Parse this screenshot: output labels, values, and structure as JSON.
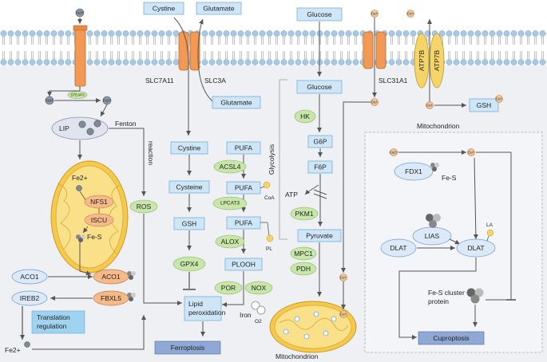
{
  "membrane": {
    "transporters": {
      "slc7a11": "SLC7A11",
      "slc3a": "SLC3A",
      "slc31a1": "SLC31A1",
      "atp7b": "ATP7B"
    }
  },
  "iron_panel": {
    "fe3_top": "Fe3+",
    "steap3": "STEAP3",
    "fe3": "Fe3+",
    "fe2": "Fe2+",
    "lip": "LIP",
    "fenton": "Fenton",
    "reaction": "reaction",
    "ros": "ROS",
    "fe2_mito": "Fe2+",
    "nfs1": "NFS1",
    "iscu": "ISCU",
    "fes": "Fe-S",
    "aco1_left": "ACO1",
    "aco1_right": "ACO1",
    "ireb2": "IREB2",
    "fbxl5": "FBXL5",
    "translation": "Translation regulation",
    "fe2_bottom": "Fe2+"
  },
  "ferroptosis_panel": {
    "cystine_out": "Cystine",
    "glutamate_out": "Glutamate",
    "glutamate_in": "Glutamate",
    "cystine": "Cystine",
    "cysteine": "Cysteine",
    "gsh": "GSH",
    "gpx4": "GPX4",
    "pufa1": "PUFA",
    "acsl4": "ACSL4",
    "pufa2": "PUFA",
    "lpcat3": "LPCAT3",
    "coa": "CoA",
    "pufa3": "PUFA",
    "pl": "PL",
    "alox": "ALOX",
    "plooh": "PLOOH",
    "por": "POR",
    "nox": "NOX",
    "iron": "Iron",
    "o2": "O2",
    "lipid_peroxidation": "Lipid peroxidation",
    "ferroptosis": "Ferroptosis"
  },
  "glycolysis_panel": {
    "glucose_out": "Glucose",
    "glucose": "Glucose",
    "glycolysis": "Glycolysis",
    "hk": "HK",
    "g6p": "G6P",
    "f6p": "F6P",
    "atp": "ATP",
    "pkm1": "PKM1",
    "pyruvate": "Pyruvate",
    "mpc1": "MPC1",
    "pdh": "PDH",
    "mitochondrion": "Mitochondrion"
  },
  "copper_panel": {
    "cu_out": "Cu+",
    "cu_in": "Cu+",
    "cu_atp": "Cu+",
    "gsh": "GSH",
    "cu_gsh": "Cu+",
    "mitochondrion": "Mitochondrion",
    "cu2_left": "Cu2+",
    "cu_right": "Cu+",
    "fdx1": "FDX1",
    "fes": "Fe-S",
    "lias": "LIAS",
    "la": "LA",
    "dlat_left": "DLAT",
    "dlat_right": "DLAT",
    "fes_cluster": "Fe-S cluster protein",
    "cuproptosis": "Cuproptosis",
    "cu_mito1": "Cu+",
    "cu_mito2": "Cu+"
  },
  "colors": {
    "box_fill": "#cfe6f7",
    "box_stroke": "#6aa6d6",
    "green": "#c9e6a9",
    "orange": "#f6b98a",
    "ellipse_blue": "#dbe9f8",
    "copper": "#f0c59a",
    "yellow": "#f5d469",
    "membrane": "#a8c8e6",
    "outcome": "#8fa8d4",
    "translation_box": "#9fd3f0"
  }
}
